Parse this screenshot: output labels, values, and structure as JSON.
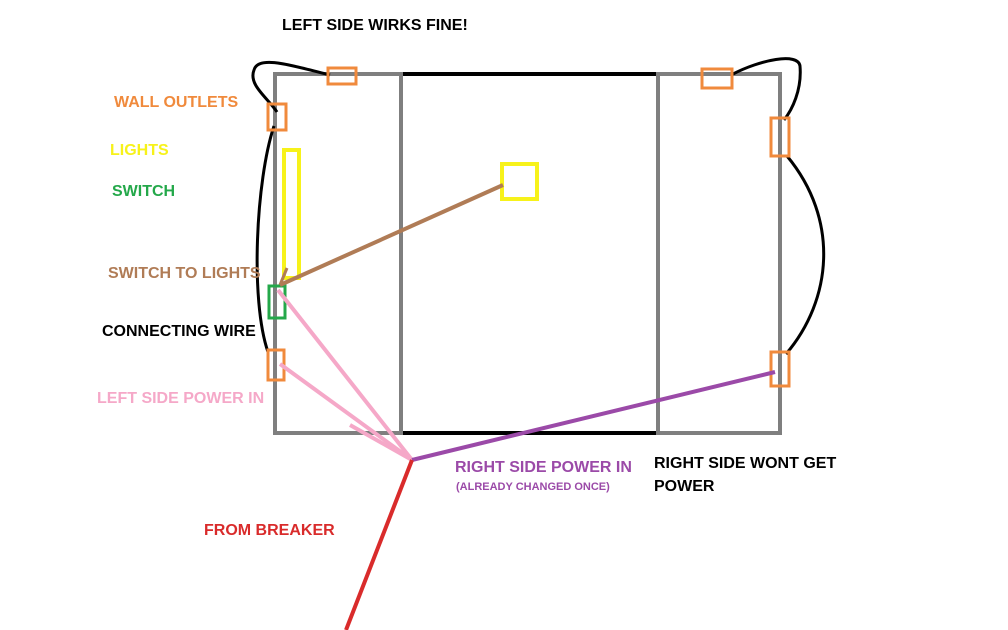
{
  "labels": {
    "title": "LEFT SIDE WIRKS FINE!",
    "wall_outlets": "WALL OUTLETS",
    "lights": "LIGHTS",
    "switch": "SWITCH",
    "switch_to_lights": "SWITCH TO LIGHTS",
    "connecting_wire": "CONNECTING WIRE",
    "left_side_power_in": "LEFT SIDE POWER IN",
    "right_side_power_in": "RIGHT SIDE POWER IN",
    "already_changed": "(ALREADY CHANGED ONCE)",
    "right_side_wont_line1": "RIGHT SIDE WONT GET",
    "right_side_wont_line2": "POWER",
    "from_breaker": "FROM BREAKER"
  },
  "colors": {
    "outlet": "#f08a3c",
    "lights": "#f7f21a",
    "switch": "#24a84a",
    "switch_to_lights": "#b07c56",
    "connecting_wire": "#000000",
    "left_power": "#f5a8c8",
    "right_power": "#9b4aa8",
    "breaker": "#d92b2b",
    "walls": "#7f7f7f",
    "outline": "#000000"
  }
}
